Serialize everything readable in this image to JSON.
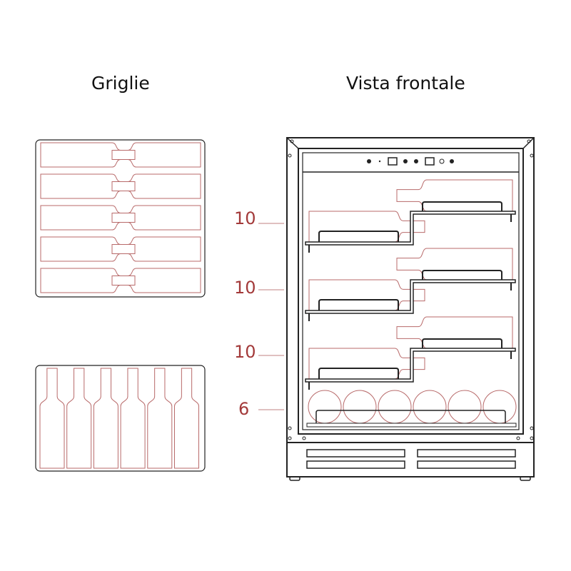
{
  "titles": {
    "left": "Griglie",
    "right": "Vista frontale"
  },
  "capacity_labels": [
    "10",
    "10",
    "10",
    "6"
  ],
  "colors": {
    "line": "#222222",
    "bottle": "#b86a6a",
    "label": "#a33a3a"
  }
}
